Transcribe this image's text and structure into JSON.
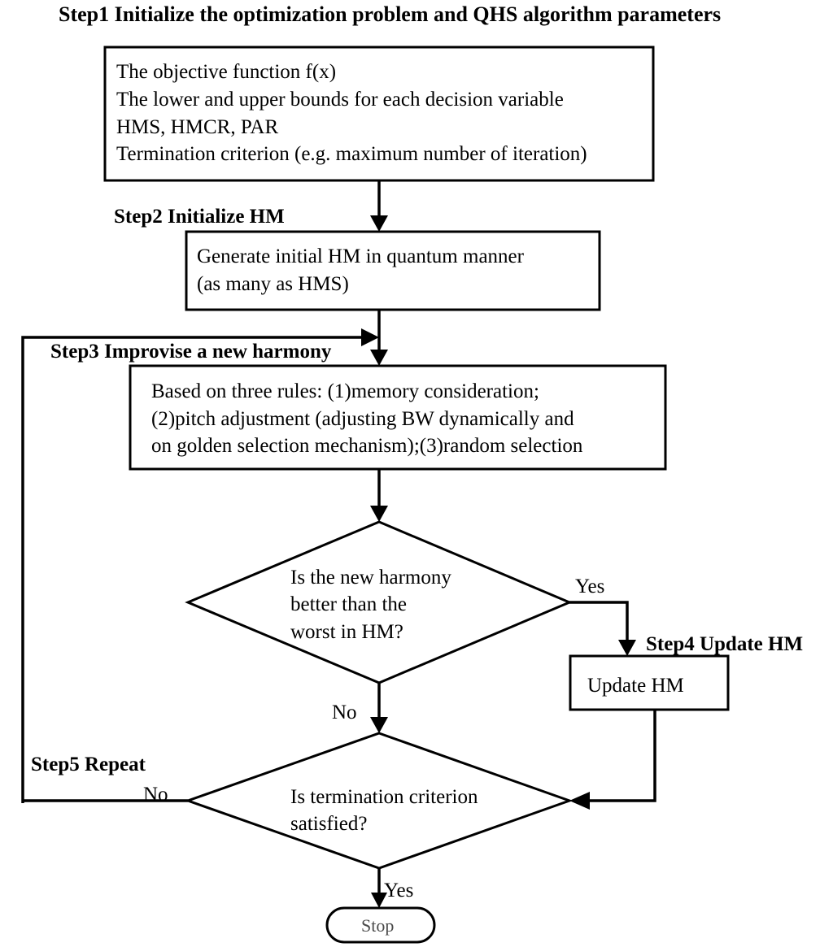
{
  "diagram": {
    "title": "Step1 Initialize the optimization problem and QHS algorithm parameters",
    "type": "flowchart",
    "colors": {
      "stroke": "#000000",
      "fill": "#ffffff",
      "text": "#000000",
      "stop_text": "#4a4a4a"
    },
    "steps": [
      {
        "id": "step1",
        "label": "Step1 Initialize the optimization problem and QHS algorithm parameters"
      },
      {
        "id": "step2",
        "label": "Step2 Initialize HM"
      },
      {
        "id": "step3",
        "label": "Step3 Improvise a new harmony"
      },
      {
        "id": "step4",
        "label": "Step4 Update HM"
      },
      {
        "id": "step5",
        "label": "Step5 Repeat"
      }
    ],
    "nodes": {
      "box1": {
        "shape": "rectangle",
        "lines": [
          "The objective function f(x)",
          "The lower and upper bounds for each decision variable",
          "HMS, HMCR, PAR",
          "Termination criterion (e.g. maximum number of iteration)"
        ]
      },
      "box2": {
        "shape": "rectangle",
        "lines": [
          "Generate initial HM in quantum manner",
          "(as many as HMS)"
        ]
      },
      "box3": {
        "shape": "rectangle",
        "lines": [
          "Based on three rules: (1)memory consideration;",
          "(2)pitch adjustment (adjusting BW dynamically and",
          "on golden selection mechanism);(3)random selection"
        ]
      },
      "decision1": {
        "shape": "diamond",
        "lines": [
          "Is the new harmony",
          "better than the",
          "worst in HM?"
        ]
      },
      "box4": {
        "shape": "rectangle",
        "lines": [
          "Update HM"
        ]
      },
      "decision2": {
        "shape": "diamond",
        "lines": [
          "Is termination criterion",
          "satisfied?"
        ]
      },
      "terminator": {
        "shape": "stadium",
        "lines": [
          "Stop"
        ]
      }
    },
    "edge_labels": {
      "decision1_yes": "Yes",
      "decision1_no": "No",
      "decision2_no": "No",
      "decision2_yes": "Yes"
    }
  }
}
